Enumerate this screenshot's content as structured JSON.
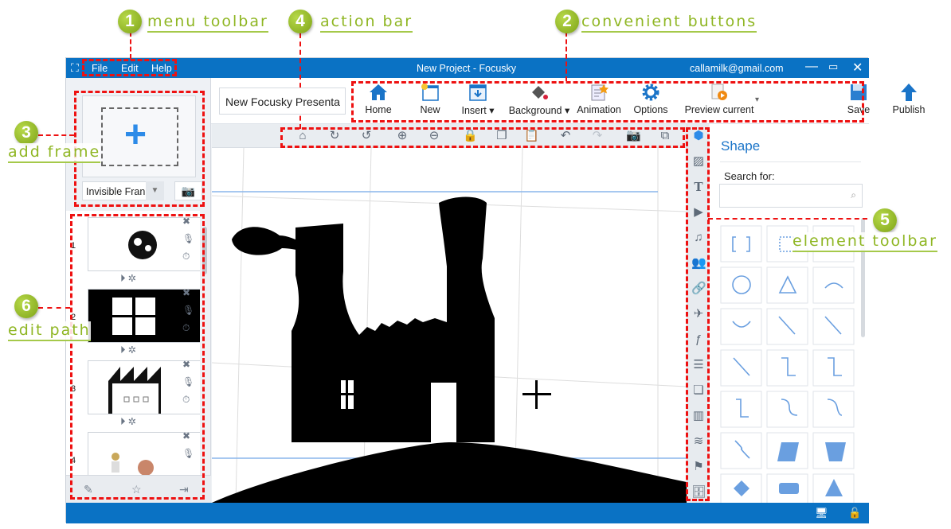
{
  "window": {
    "title": "New Project - Focusky",
    "user": "callamilk@gmail.com",
    "menu": [
      "File",
      "Edit",
      "Help"
    ]
  },
  "project_name": "New Focusky Presenta",
  "toolbar": {
    "buttons": [
      {
        "label": "Home",
        "icon": "home-icon"
      },
      {
        "label": "New",
        "icon": "new-icon"
      },
      {
        "label": "Insert",
        "icon": "insert-icon",
        "dropdown": true
      },
      {
        "label": "Background",
        "icon": "paint-bucket-icon",
        "dropdown": true
      },
      {
        "label": "Animation",
        "icon": "animation-icon"
      },
      {
        "label": "Options",
        "icon": "gear-icon"
      },
      {
        "label": "Preview current",
        "icon": "preview-icon",
        "dropdown": true
      },
      {
        "label": "Save",
        "icon": "save-icon"
      },
      {
        "label": "Publish",
        "icon": "publish-icon"
      }
    ]
  },
  "left": {
    "frame_type": "Invisible Fran",
    "slides": [
      "1",
      "2",
      "3",
      "4"
    ]
  },
  "right": {
    "title": "Shape",
    "search_label": "Search for:",
    "search_value": ""
  },
  "annotations": [
    {
      "n": "1",
      "label": "menu toolbar"
    },
    {
      "n": "2",
      "label": "convenient buttons"
    },
    {
      "n": "3",
      "label": "add frame"
    },
    {
      "n": "4",
      "label": "action bar"
    },
    {
      "n": "5",
      "label": "element toolbar"
    },
    {
      "n": "6",
      "label": "edit path"
    }
  ],
  "colors": {
    "accent": "#0a72c4",
    "annotation_green": "#8fb623",
    "annotation_red": "#ee1111"
  }
}
